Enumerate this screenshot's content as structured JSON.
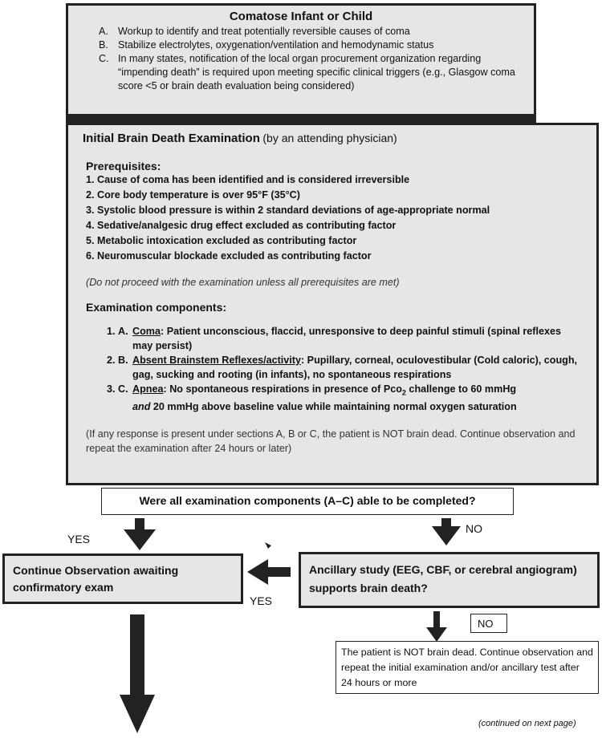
{
  "box1": {
    "title": "Comatose Infant or Child",
    "items": [
      {
        "marker": "A.",
        "text": "Workup to identify and treat potentially reversible causes of coma"
      },
      {
        "marker": "B.",
        "text": "Stabilize electrolytes, oxygenation/ventilation and hemodynamic status"
      },
      {
        "marker": "C.",
        "text": "In many states, notification of the local organ procurement organization regarding “impending death” is required upon meeting specific clinical triggers (e.g., Glasgow coma score <5 or brain death evaluation being considered)"
      }
    ]
  },
  "box2": {
    "heading": "Initial Brain Death Examination",
    "heading_note": "(by an attending physician)",
    "prereq_title": "Prerequisites:",
    "prereqs": [
      "1. Cause of coma has been identified and is considered irreversible",
      "2. Core body temperature is over 95°F (35°C)",
      "3. Systolic blood pressure is within 2 standard deviations of age-appropriate normal",
      "4. Sedative/analgesic drug effect excluded as contributing factor",
      "5. Metabolic intoxication excluded as contributing factor",
      "6. Neuromuscular blockade excluded as contributing factor"
    ],
    "prereq_note": "(Do not proceed with the examination unless all prerequisites are met)",
    "exam_title": "Examination components:",
    "exam": [
      {
        "marker": "A.",
        "label": "Coma",
        "text": ":  Patient unconscious, flaccid, unresponsive to deep painful stimuli (spinal reflexes may persist)"
      },
      {
        "marker": "B.",
        "label": "Absent Brainstem Reflexes/activity",
        "text": ": Pupillary, corneal, oculovestibular (Cold caloric), cough, gag, sucking and rooting (in infants), no spontaneous respirations"
      },
      {
        "marker": "C.",
        "label": "Apnea",
        "text_pre": ":  No spontaneous respirations in presence of  Pco",
        "sub": "2",
        "text_post": " challenge to 60 mmHg",
        "line2_italic": "and",
        "line2": " 20 mmHg above baseline value while maintaining normal oxygen saturation"
      }
    ],
    "exam_note": "(If any response is present under sections A, B or C, the patient is NOT brain dead. Continue observation and repeat the examination after 24 hours or later)"
  },
  "question": "Were all examination components (A–C) able to be completed?",
  "yes_label_left": "YES",
  "no_label_right": "NO",
  "continue_box": "Continue Observation awaiting confirmatory  exam",
  "ancillary_box": "Ancillary study (EEG, CBF, or cerebral angiogram) supports brain death?",
  "yes_label_mid": "YES",
  "no_label_lower": "NO",
  "not_dead_box": "The patient is NOT brain dead. Continue observation and repeat the initial examination and/or  ancillary test after 24 hours or more",
  "continued": "(continued on next page)"
}
